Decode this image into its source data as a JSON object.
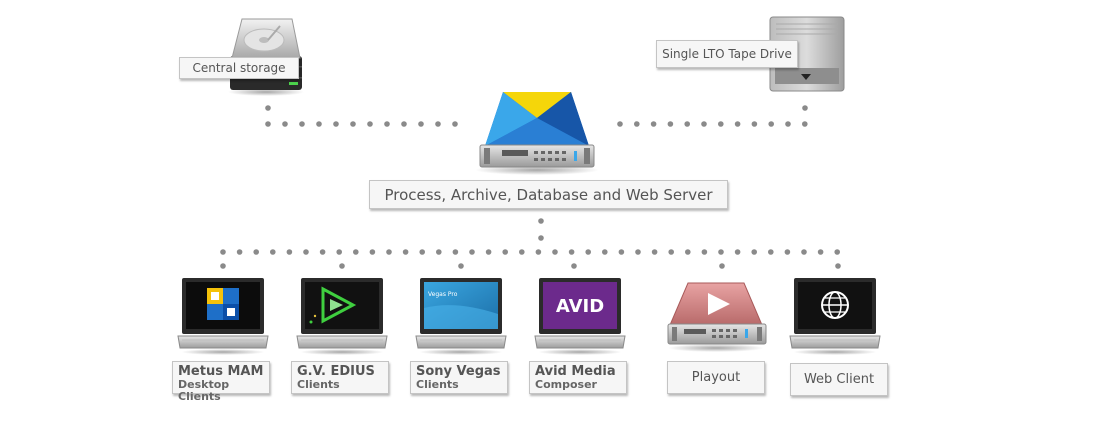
{
  "labels": {
    "central_storage": "Central storage",
    "tape_drive": "Single LTO Tape Drive",
    "server": "Process, Archive, Database and Web Server",
    "metus_1": "Metus MAM",
    "metus_2": "Desktop Clients",
    "edius_1": "G.V. EDIUS",
    "edius_2": "Clients",
    "vegas_1": "Sony Vegas",
    "vegas_2": "Clients",
    "avid_1": "Avid Media",
    "avid_2": "Composer",
    "playout": "Playout",
    "web_client": "Web Client",
    "vegas_screen": "Vegas Pro",
    "avid_logo": "AVID"
  },
  "colors": {
    "dot": "#8a8a8a",
    "server_yellow": "#f5d60a",
    "server_blue": "#1e6fc8",
    "avid_purple": "#6c2a8c",
    "vegas_blue": "#2a8fcf",
    "playout_red": "#c77c7c",
    "edius_green": "#3fcf3f"
  },
  "icons": [
    "hard-drive-icon",
    "tape-drive-icon",
    "server-icon",
    "laptop-icon",
    "globe-icon",
    "play-icon"
  ]
}
